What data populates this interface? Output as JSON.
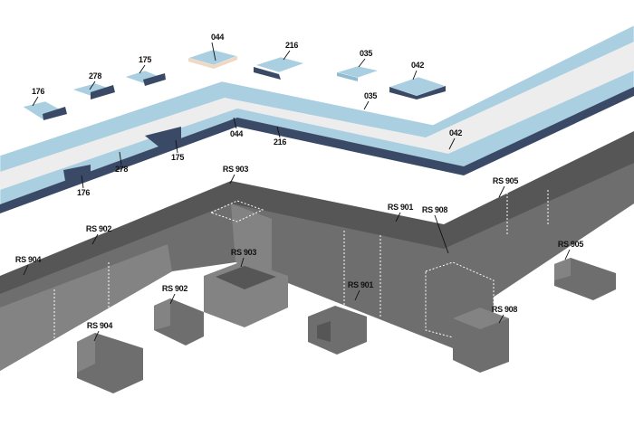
{
  "colors": {
    "tile_blue": "#a9cfe0",
    "tile_edge": "#3a4a66",
    "paving_white": "#ededed",
    "concrete": "#6e6e6e",
    "label": "#111111"
  },
  "coping_pieces": [
    {
      "code": "176"
    },
    {
      "code": "278"
    },
    {
      "code": "175"
    },
    {
      "code": "044"
    },
    {
      "code": "216"
    },
    {
      "code": "035"
    },
    {
      "code": "042"
    }
  ],
  "coping_assembly_labels": [
    {
      "code": "035"
    },
    {
      "code": "044"
    },
    {
      "code": "216"
    },
    {
      "code": "175"
    },
    {
      "code": "278"
    },
    {
      "code": "176"
    },
    {
      "code": "042"
    }
  ],
  "wall_assembly_labels": [
    {
      "code": "RS 903"
    },
    {
      "code": "RS 901"
    },
    {
      "code": "RS 908"
    },
    {
      "code": "RS 905"
    },
    {
      "code": "RS 902"
    },
    {
      "code": "RS 904"
    }
  ],
  "block_pieces": [
    {
      "code": "RS 903"
    },
    {
      "code": "RS 902"
    },
    {
      "code": "RS 901"
    },
    {
      "code": "RS 904"
    },
    {
      "code": "RS 908"
    },
    {
      "code": "RS 905"
    }
  ]
}
